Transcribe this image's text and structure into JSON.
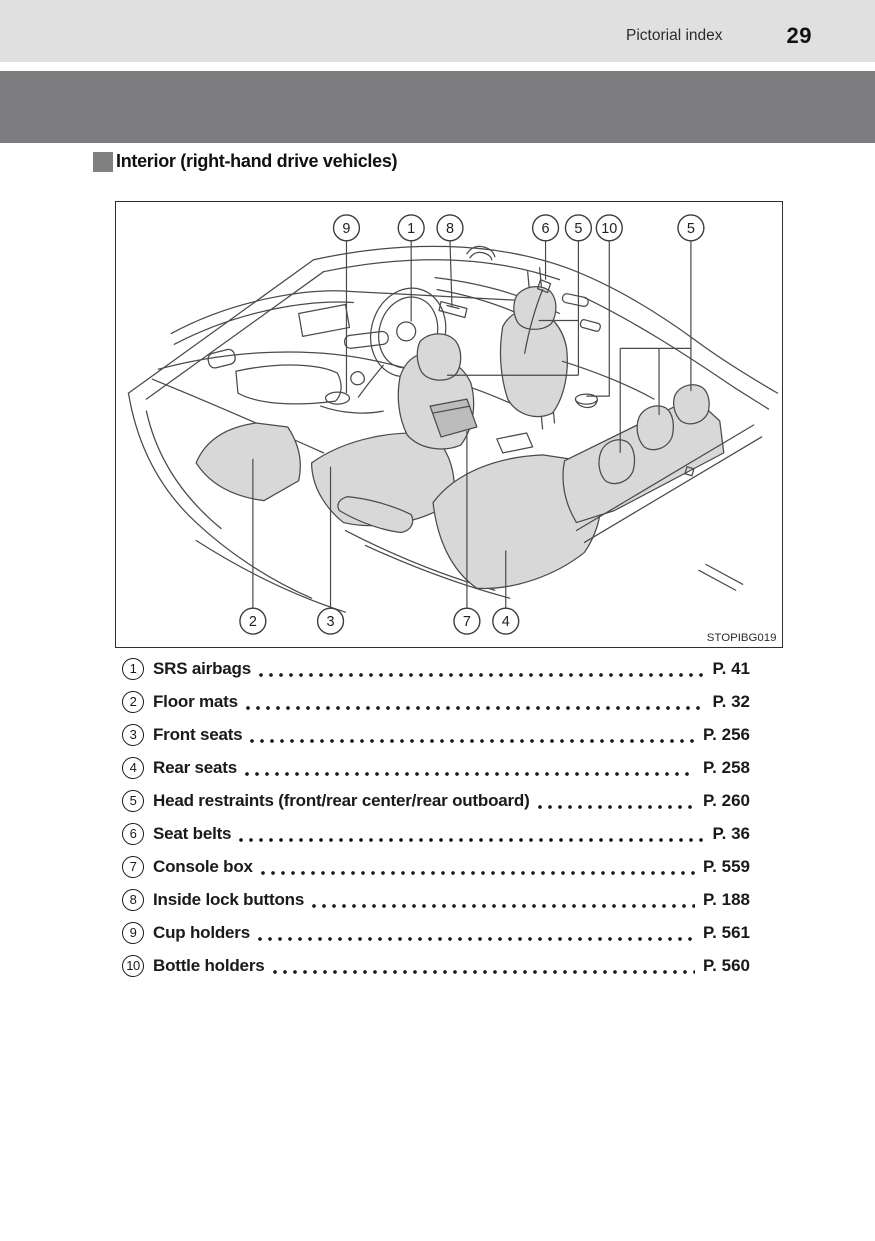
{
  "header": {
    "section_label": "Pictorial index",
    "page_number": "29"
  },
  "section": {
    "title": "Interior (right-hand drive vehicles)"
  },
  "diagram": {
    "figure_code": "STOPIBG019",
    "callouts": [
      "9",
      "1",
      "8",
      "6",
      "5",
      "10",
      "5",
      "2",
      "3",
      "7",
      "4"
    ]
  },
  "index": {
    "items": [
      {
        "num": "1",
        "label": "SRS airbags",
        "page": "P. 41"
      },
      {
        "num": "2",
        "label": "Floor mats",
        "page": "P. 32"
      },
      {
        "num": "3",
        "label": "Front seats",
        "page": "P. 256"
      },
      {
        "num": "4",
        "label": "Rear seats",
        "page": "P. 258"
      },
      {
        "num": "5",
        "label": "Head restraints (front/rear center/rear outboard)",
        "page": "P. 260"
      },
      {
        "num": "6",
        "label": "Seat belts",
        "page": "P. 36"
      },
      {
        "num": "7",
        "label": "Console box",
        "page": "P. 559"
      },
      {
        "num": "8",
        "label": "Inside lock buttons",
        "page": "P. 188"
      },
      {
        "num": "9",
        "label": "Cup holders",
        "page": "P. 561"
      },
      {
        "num": "10",
        "label": "Bottle holders",
        "page": "P. 560"
      }
    ]
  },
  "colors": {
    "header_bg": "#e0e0e0",
    "band_gray": "#7d7d80",
    "bullet_gray": "#808080",
    "line_art": "#4a4a4a",
    "seat_shade": "#d8d8d8",
    "console_shade": "#bcbcbc",
    "text": "#1a1a1a"
  }
}
